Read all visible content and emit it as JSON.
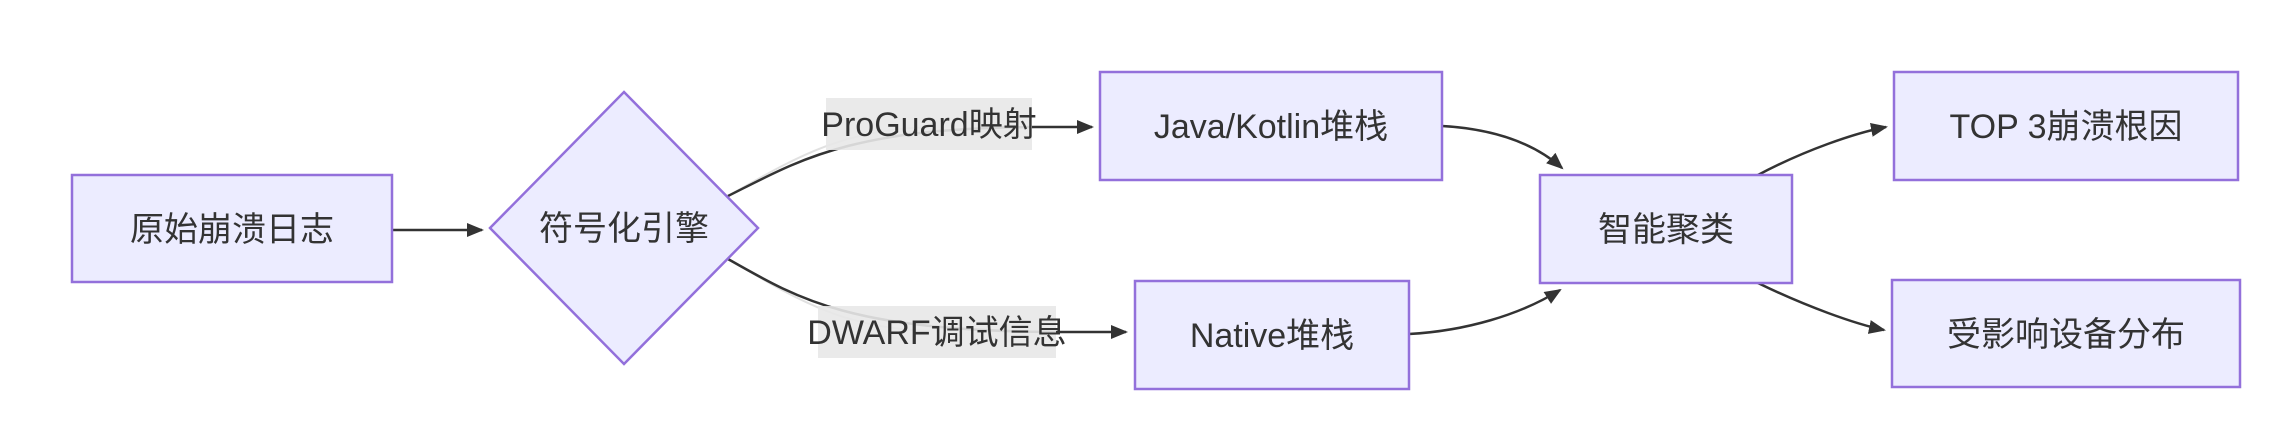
{
  "diagram": {
    "type": "flowchart",
    "direction": "left-to-right",
    "background": "#ffffff",
    "colors": {
      "node_fill": "#ECECFF",
      "node_border": "#9370DB",
      "edge_line": "#333333",
      "edge_label_bg": "#E8E8E8",
      "text": "#333333"
    },
    "nodes": [
      {
        "id": "A",
        "shape": "rect",
        "label": "原始崩溃日志"
      },
      {
        "id": "B",
        "shape": "diamond",
        "label": "符号化引擎"
      },
      {
        "id": "C",
        "shape": "rect",
        "label": "Java/Kotlin堆栈"
      },
      {
        "id": "D",
        "shape": "rect",
        "label": "Native堆栈"
      },
      {
        "id": "E",
        "shape": "rect",
        "label": "智能聚类"
      },
      {
        "id": "F",
        "shape": "rect",
        "label": "TOP 3崩溃根因"
      },
      {
        "id": "G",
        "shape": "rect",
        "label": "受影响设备分布"
      }
    ],
    "edges": [
      {
        "from": "原始崩溃日志",
        "to": "符号化引擎",
        "label": ""
      },
      {
        "from": "符号化引擎",
        "to": "Java/Kotlin堆栈",
        "label": "ProGuard映射"
      },
      {
        "from": "符号化引擎",
        "to": "Native堆栈",
        "label": "DWARF调试信息"
      },
      {
        "from": "Java/Kotlin堆栈",
        "to": "智能聚类",
        "label": ""
      },
      {
        "from": "Native堆栈",
        "to": "智能聚类",
        "label": ""
      },
      {
        "from": "智能聚类",
        "to": "TOP 3崩溃根因",
        "label": ""
      },
      {
        "from": "智能聚类",
        "to": "受影响设备分布",
        "label": ""
      }
    ]
  }
}
